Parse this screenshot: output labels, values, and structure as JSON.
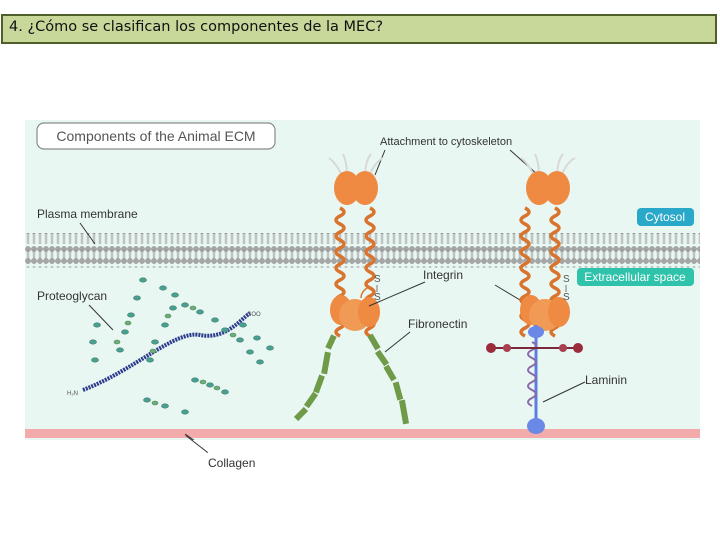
{
  "slide": {
    "title": "4. ¿Cómo se clasifican los componentes de la MEC?"
  },
  "diagram": {
    "heading": "Components of the Animal ECM",
    "labels": {
      "plasma_membrane": "Plasma membrane",
      "attachment": "Attachment to cytoskeleton",
      "cytosol": "Cytosol",
      "extracellular_space": "Extracellular space",
      "integrin": "Integrin",
      "proteoglycan": "Proteoglycan",
      "fibronectin": "Fibronectin",
      "laminin": "Laminin",
      "collagen": "Collagen",
      "sulfur": "S",
      "nh2": "H₂N",
      "cooh": "COO"
    },
    "colors": {
      "background": "#e9f7f2",
      "cytosol_badge": "#29a8c9",
      "extracellular_badge": "#2fc3ab",
      "integrin": "#ef8a43",
      "fibronectin": "#6f9a48",
      "collagen": "#f2aaaa",
      "proteoglycan_core": "#2b3a8c",
      "laminin": "#5f7de0"
    }
  }
}
